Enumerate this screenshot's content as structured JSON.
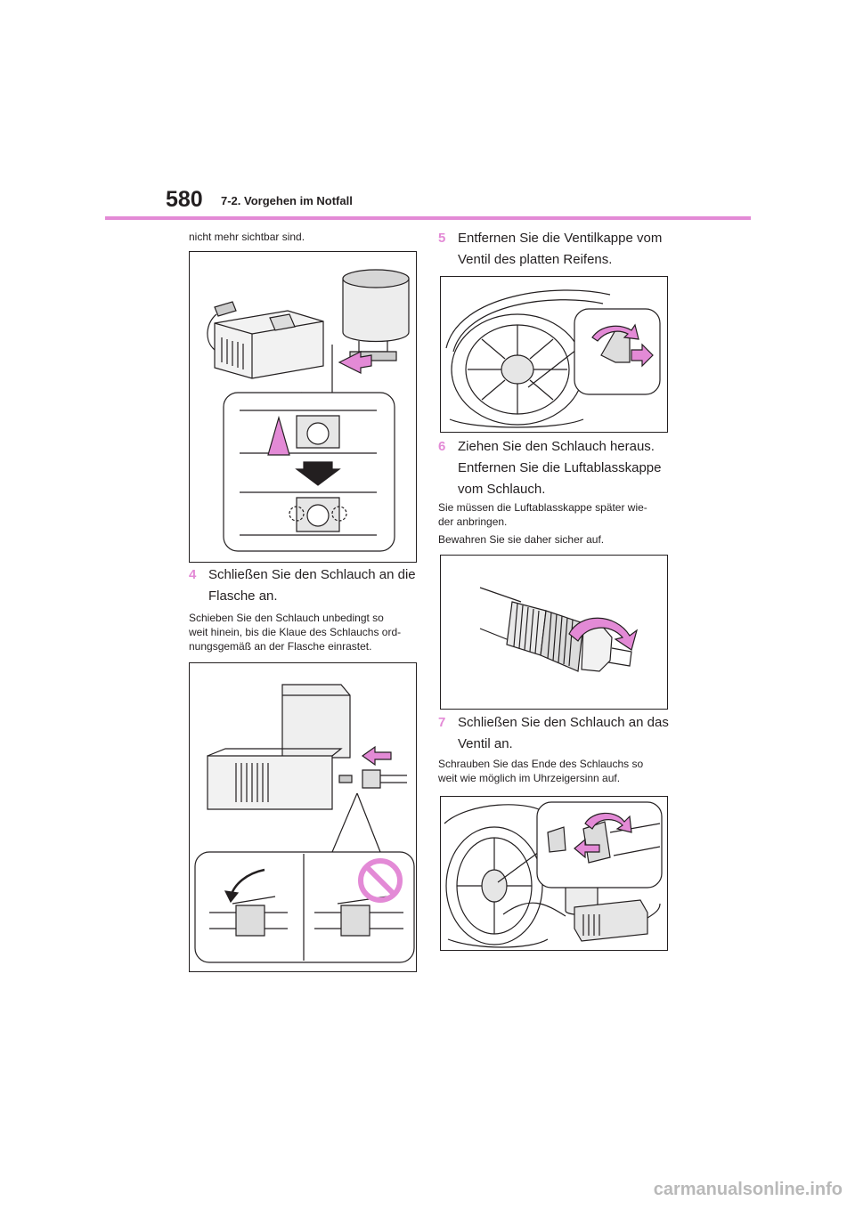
{
  "header": {
    "page_number": "580",
    "section_title": "7-2. Vorgehen im Notfall",
    "accent_color": "#e38ad6"
  },
  "left_column": {
    "intro_text": "nicht mehr sichtbar sind.",
    "figure1_icon": "compressor-bottle-attach-illustration",
    "step4": {
      "number": "4",
      "title_line1": "Schließen Sie den Schlauch an die",
      "title_line2": "Flasche an.",
      "note_lines": [
        "Schieben Sie den Schlauch unbedingt so",
        "weit hinein, bis die Klaue des Schlauchs ord-",
        "nungsgemäß an der Flasche einrastet."
      ]
    },
    "figure2_icon": "hose-claw-engagement-illustration"
  },
  "right_column": {
    "step5": {
      "number": "5",
      "title_line1": "Entfernen Sie die Ventilkappe vom",
      "title_line2": "Ventil des platten Reifens."
    },
    "figure3_icon": "remove-valve-cap-illustration",
    "step6": {
      "number": "6",
      "title_line1": "Ziehen Sie den Schlauch heraus.",
      "title_line2": "Entfernen Sie die Luftablasskappe",
      "title_line3": "vom Schlauch.",
      "note_lines": [
        "Sie müssen die Luftablasskappe später wie-",
        "der anbringen."
      ],
      "note2": "Bewahren Sie sie daher sicher auf."
    },
    "figure4_icon": "remove-bleed-cap-illustration",
    "step7": {
      "number": "7",
      "title_line1": "Schließen Sie den Schlauch an das",
      "title_line2": "Ventil an.",
      "note_lines": [
        "Schrauben Sie das Ende des Schlauchs so",
        "weit wie möglich im Uhrzeigersinn auf."
      ]
    },
    "figure5_icon": "connect-hose-to-valve-illustration"
  },
  "footer": {
    "watermark": "carmanualsonline.info"
  }
}
